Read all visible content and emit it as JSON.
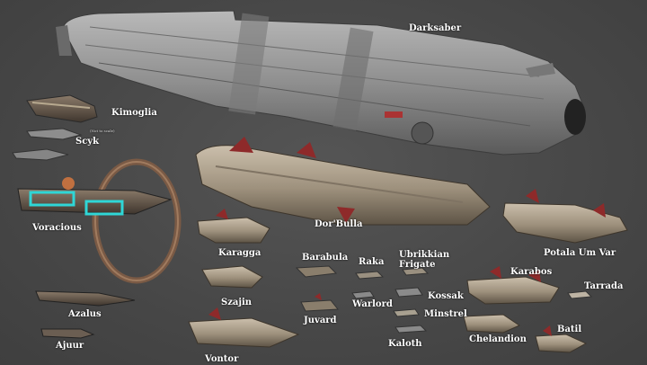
{
  "colors": {
    "background": "#4b4b4b",
    "hull_gray": "#9a9a9a",
    "hull_tan": "#a79a86",
    "accent_red": "#8e2a2a",
    "ring_bronze": "#7a5a45",
    "glow_cyan": "#2fd6d6",
    "label_text": "#ffffff"
  },
  "labels": {
    "darksaber": "Darksaber",
    "kimoglia": "Kimoglia",
    "not_to_scale": "(Not to scale)",
    "scyk": "Scyk",
    "voracious": "Voracious",
    "dor_bulla": "Dor'Bulla",
    "potala_um_var": "Potala Um Var",
    "karagga": "Karagga",
    "barabula": "Barabula",
    "raka": "Raka",
    "ubrikkian_line1": "Ubrikkian",
    "ubrikkian_line2": "Frigate",
    "karabos": "Karabos",
    "tarrada": "Tarrada",
    "szajin": "Szajin",
    "warlord": "Warlord",
    "kossak": "Kossak",
    "azalus": "Azalus",
    "juvard": "Juvard",
    "minstrel": "Minstrel",
    "chelandion": "Chelandion",
    "batil": "Batil",
    "ajuur": "Ajuur",
    "kaloth": "Kaloth",
    "vontor": "Vontor"
  }
}
